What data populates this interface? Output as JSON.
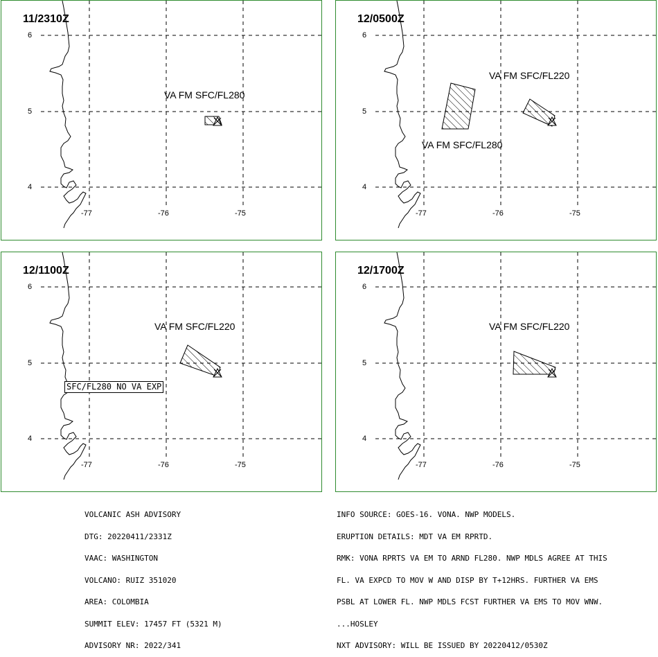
{
  "panels": [
    {
      "title": "11/2310Z",
      "labels": [
        "VA FM SFC/FL280"
      ],
      "box": ""
    },
    {
      "title": "12/0500Z",
      "labels": [
        "VA FM SFC/FL220",
        "VA FM SFC/FL280"
      ],
      "box": ""
    },
    {
      "title": "12/1100Z",
      "labels": [
        "VA FM SFC/FL220"
      ],
      "box": "SFC/FL280 NO VA EXP"
    },
    {
      "title": "12/1700Z",
      "labels": [
        "VA FM SFC/FL220"
      ],
      "box": ""
    }
  ],
  "ticks": {
    "lat": [
      "6",
      "5",
      "4"
    ],
    "lon": [
      "-77",
      "-76",
      "-75"
    ]
  },
  "advisory_left": [
    "VOLCANIC ASH ADVISORY",
    "DTG: 20220411/2331Z",
    "VAAC: WASHINGTON",
    "VOLCANO: RUIZ 351020",
    "AREA: COLOMBIA",
    "SUMMIT ELEV: 17457 FT (5321 M)",
    "ADVISORY NR: 2022/341"
  ],
  "advisory_right": [
    "INFO SOURCE: GOES-16. VONA. NWP MODELS.",
    "ERUPTION DETAILS: MDT VA EM RPRTD.",
    "RMK: VONA RPRTS VA EM TO ARND FL280. NWP MDLS AGREE AT THIS",
    "FL. VA EXPCD TO MOV W AND DISP BY T+12HRS. FURTHER VA EMS",
    "PSBL AT LOWER FL. NWP MDLS FCST FURTHER VA EMS TO MOV WNW.",
    "...HOSLEY",
    "NXT ADVISORY: WILL BE ISSUED BY 20220412/0530Z"
  ],
  "colors": {
    "frame": "#2e8b2e",
    "line": "#000000"
  },
  "icons": [
    "volcano-icon"
  ]
}
